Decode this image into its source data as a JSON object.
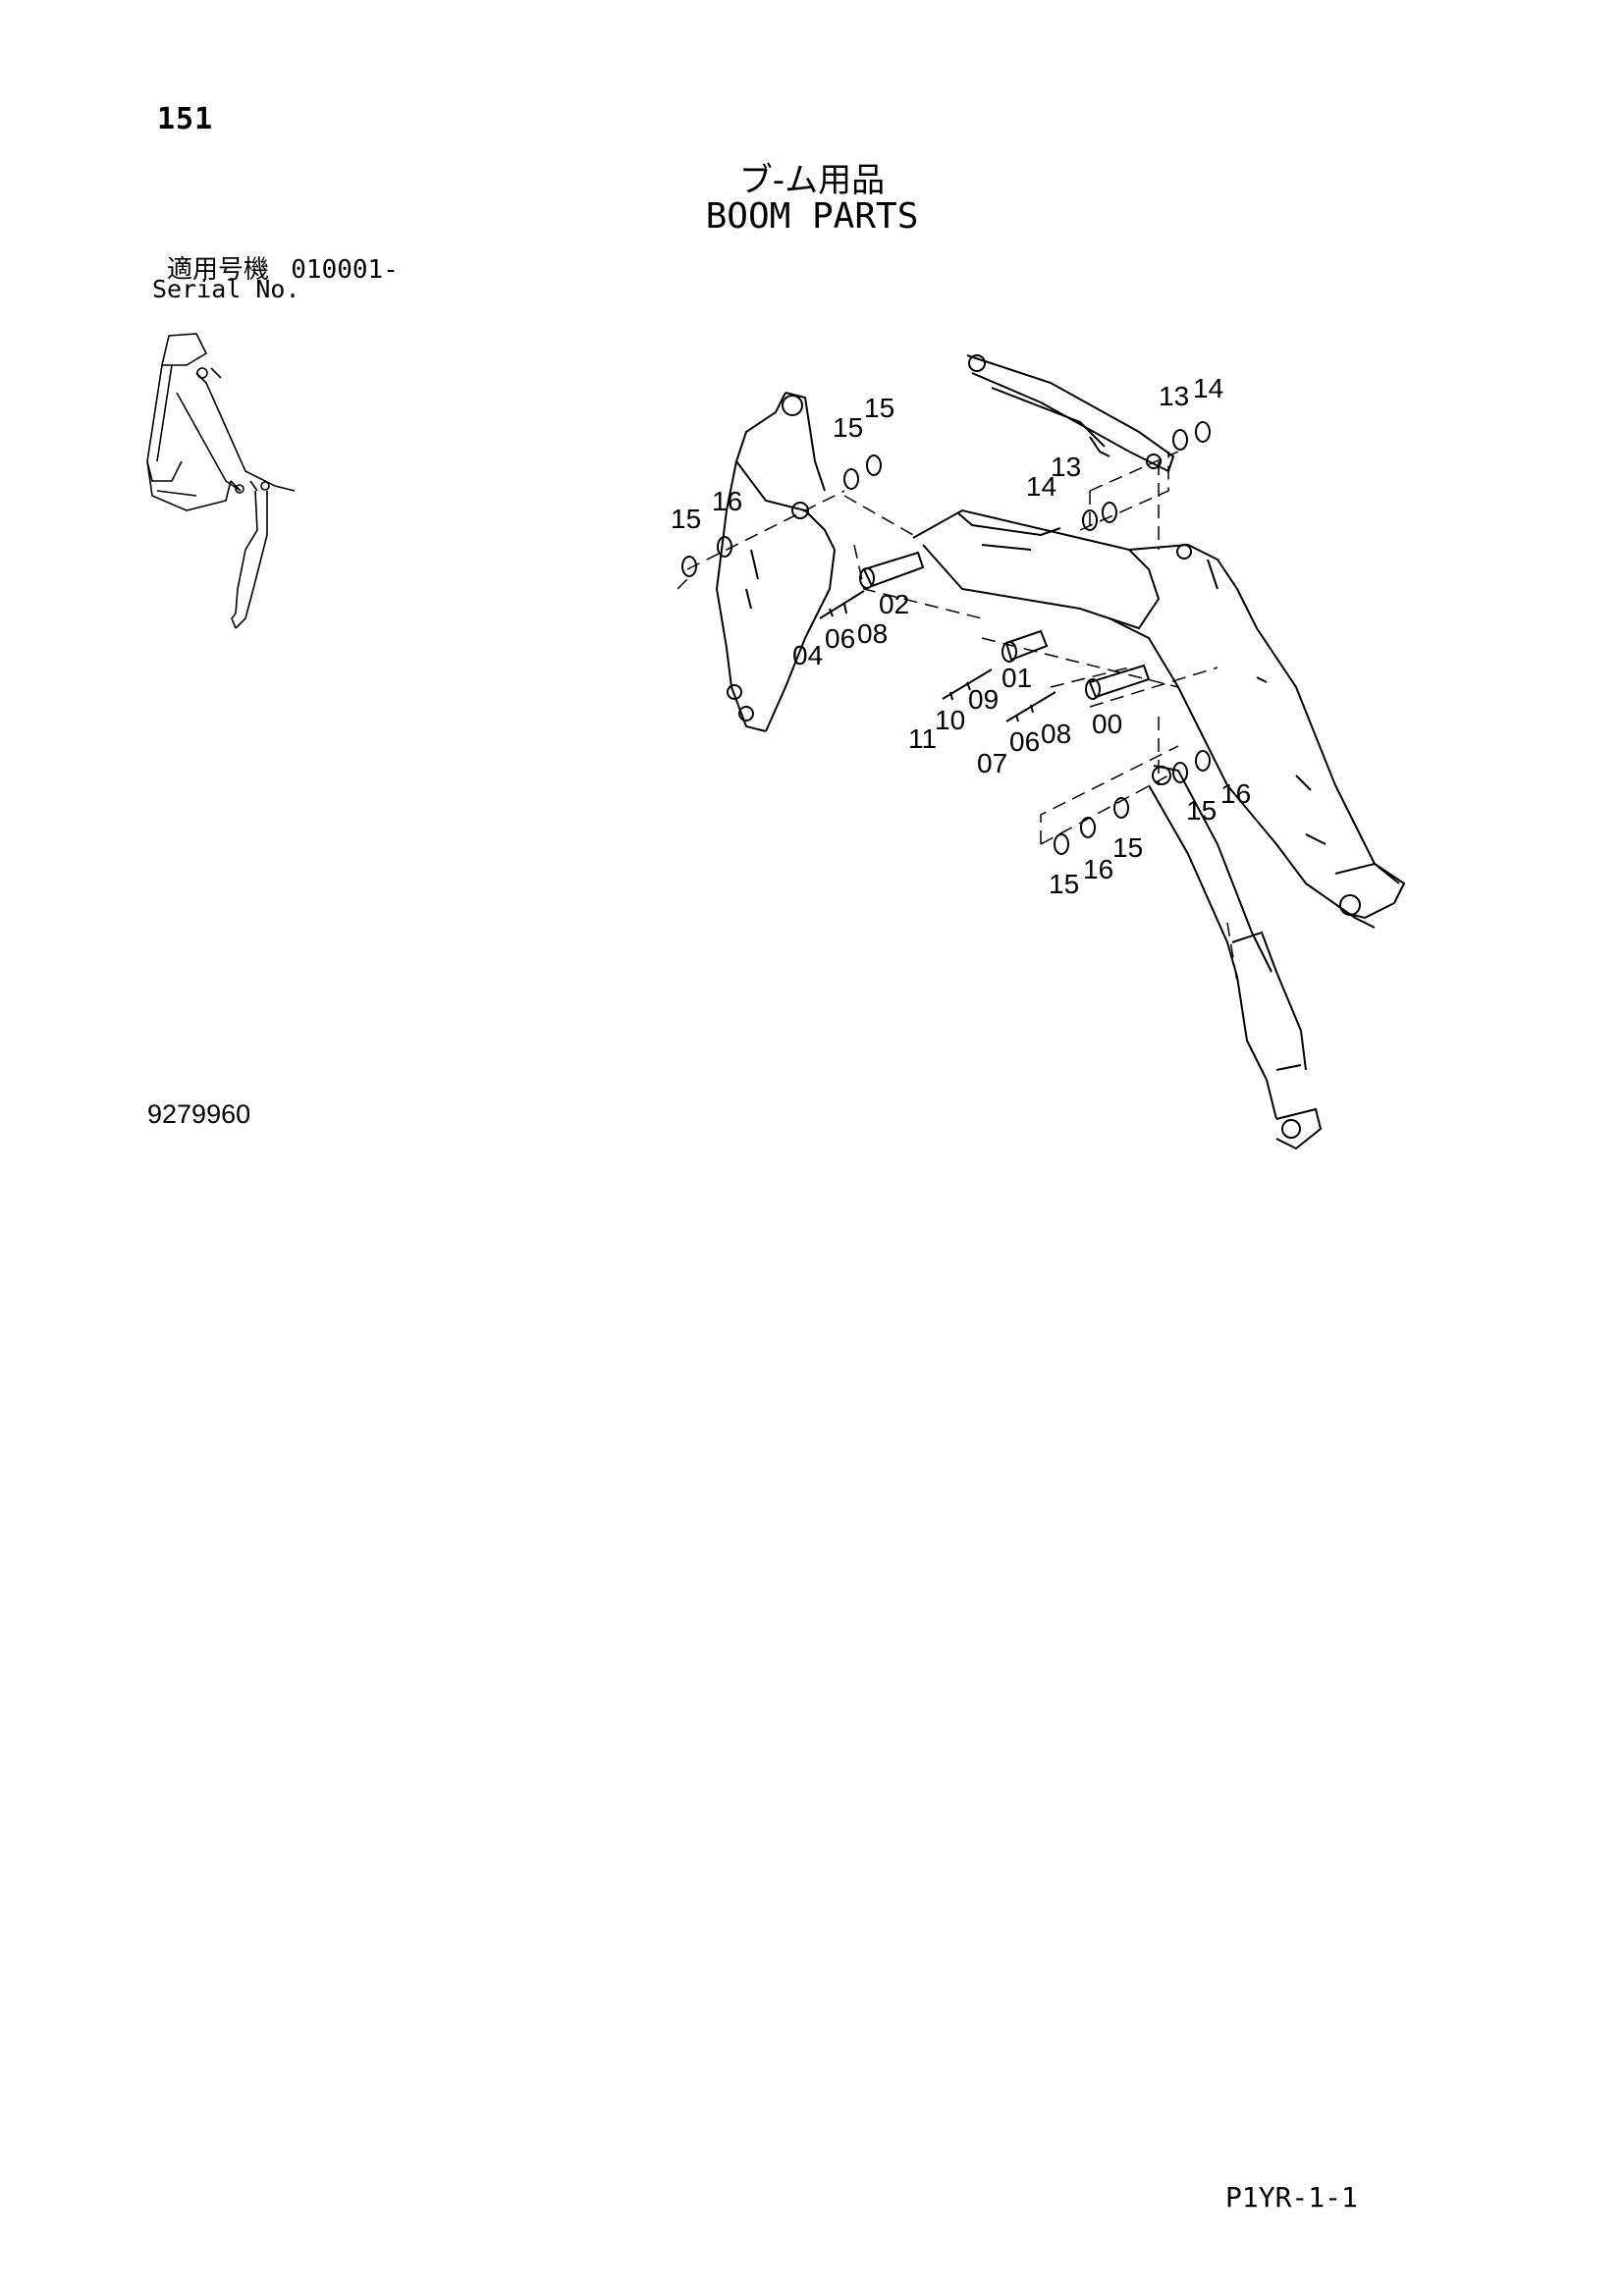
{
  "page_number": "151",
  "title_jp": "ブ-ム用品",
  "title_en": "BOOM PARTS",
  "serial_label_jp": "適用号機",
  "serial_range": "010001-",
  "serial_label_en": "Serial No.",
  "drawing_number": "9279960",
  "page_code": "P1YR-1-1",
  "callouts": {
    "c15a": "15",
    "c15b": "15",
    "c15c": "15",
    "c16a": "16",
    "c13a": "13",
    "c14a": "14",
    "c13b": "13",
    "c14b": "14",
    "c02": "02",
    "c04": "04",
    "c06a": "06",
    "c08a": "08",
    "c01": "01",
    "c09": "09",
    "c10": "10",
    "c11": "11",
    "c07": "07",
    "c06b": "06",
    "c08b": "08",
    "c00": "00",
    "c15d": "15",
    "c16b": "16",
    "c15e": "15",
    "c16c": "16",
    "c15f": "15"
  }
}
